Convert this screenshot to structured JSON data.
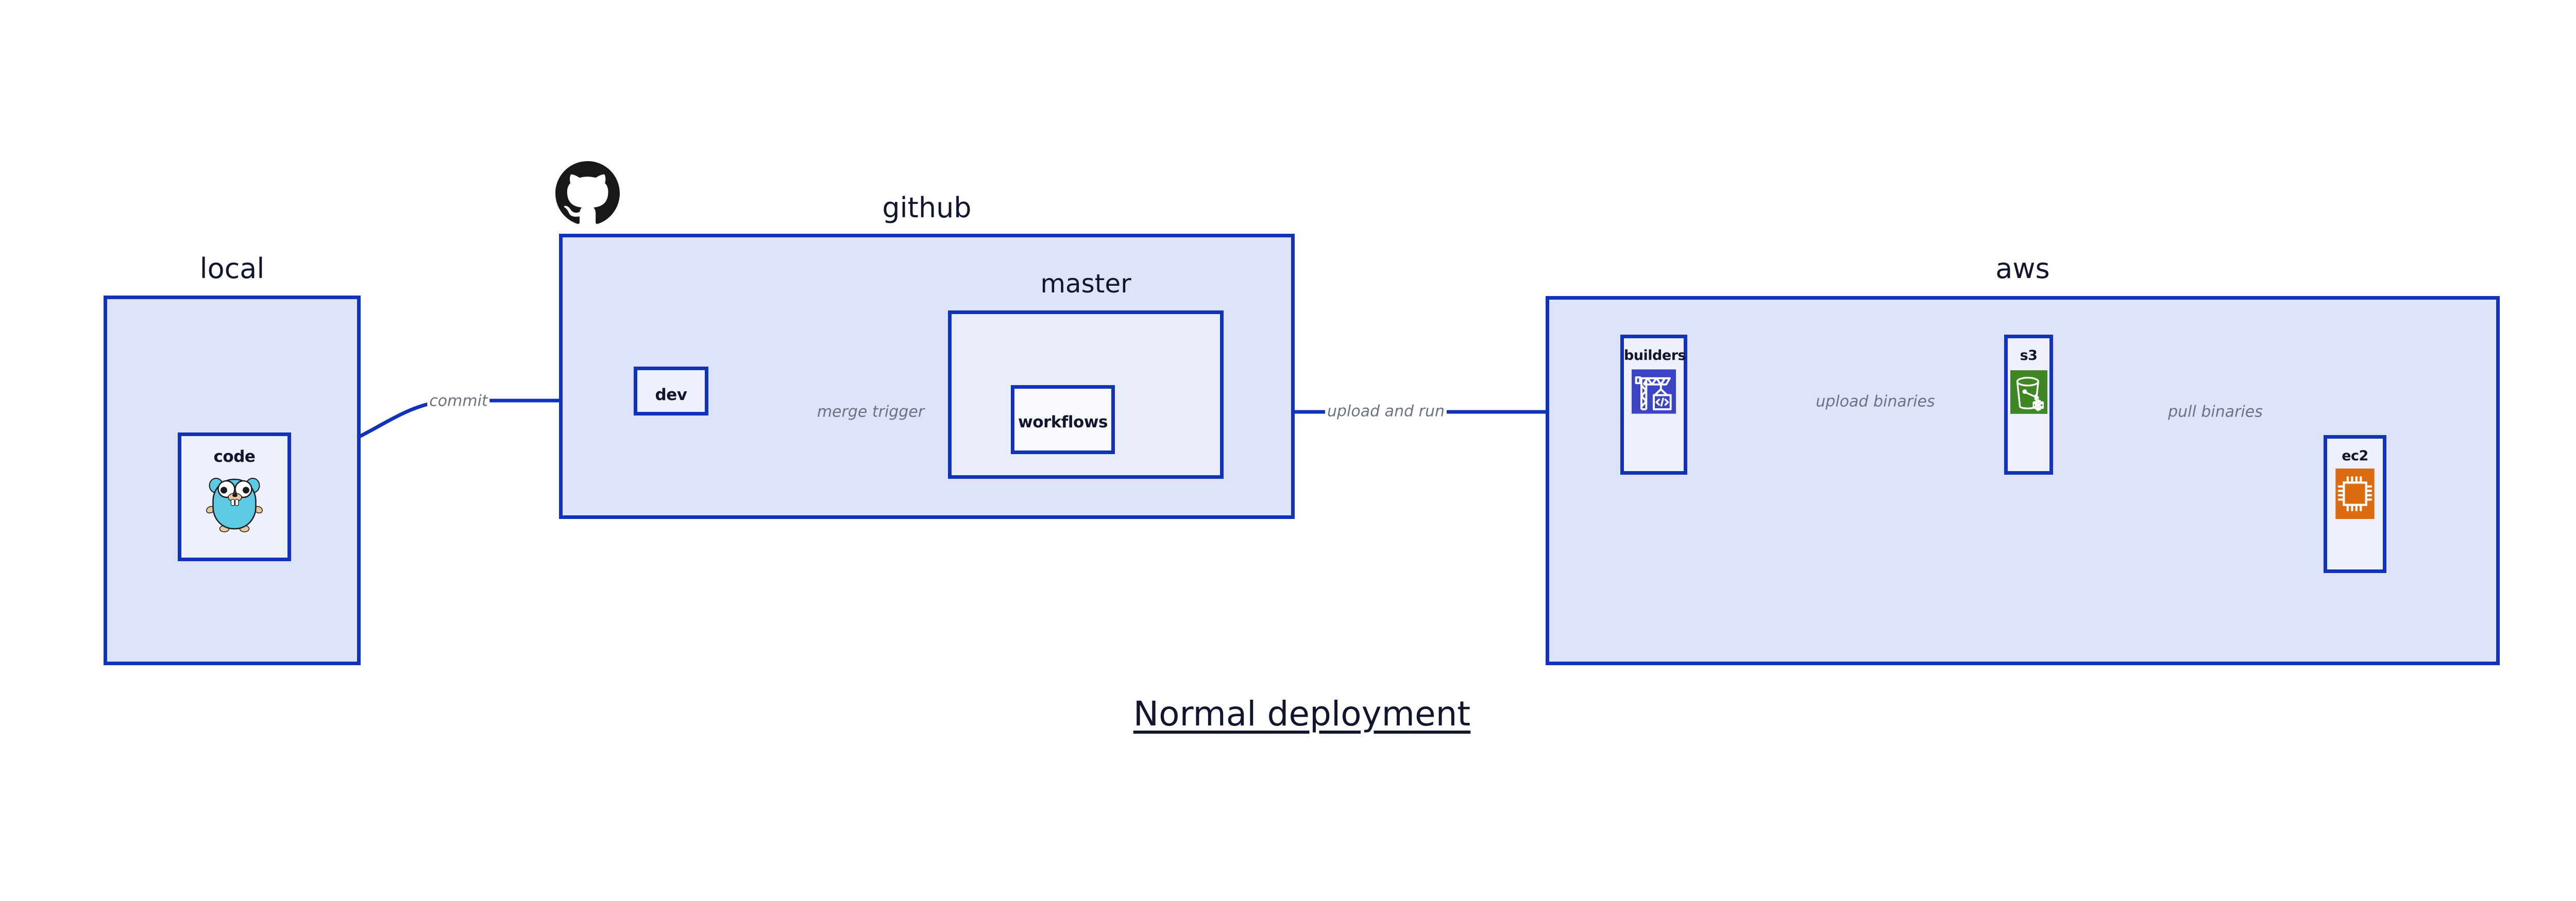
{
  "diagram": {
    "title": "Normal deployment",
    "accent_border": "#1133bb",
    "group_fill": "#dee3fa",
    "subgroup_fill": "#e8ecfb",
    "node_fill": "#eef1fc",
    "label_color": "#11152e",
    "edge_label_color": "#6b7280"
  },
  "groups": {
    "local": {
      "label": "local"
    },
    "github": {
      "label": "github",
      "icon": "github-octocat-icon"
    },
    "master": {
      "label": "master"
    },
    "aws": {
      "label": "aws"
    }
  },
  "nodes": {
    "code": {
      "label": "code",
      "icon": "go-gopher-icon",
      "icon_color": "#5dc9e2"
    },
    "dev": {
      "label": "dev",
      "icon": null
    },
    "workflows": {
      "label": "workflows",
      "icon": null
    },
    "builders": {
      "label": "builders",
      "icon": "aws-codebuild-crane-icon",
      "icon_color": "#3b44c4"
    },
    "s3": {
      "label": "s3",
      "icon": "aws-s3-bucket-icon",
      "icon_color": "#3f8624"
    },
    "ec2": {
      "label": "ec2",
      "icon": "aws-ec2-chip-icon",
      "icon_color": "#dd6b10"
    }
  },
  "edges": [
    {
      "id": "code-to-dev",
      "label": "commit",
      "from": "code",
      "to": "dev"
    },
    {
      "id": "dev-to-workflows",
      "label": "merge trigger",
      "from": "dev",
      "to": "workflows"
    },
    {
      "id": "workflows-to-builders",
      "label": "upload and run",
      "from": "workflows",
      "to": "builders"
    },
    {
      "id": "builders-to-s3",
      "label": "upload binaries",
      "from": "builders",
      "to": "s3"
    },
    {
      "id": "s3-to-ec2",
      "label": "pull binaries",
      "from": "s3",
      "to": "ec2"
    }
  ]
}
